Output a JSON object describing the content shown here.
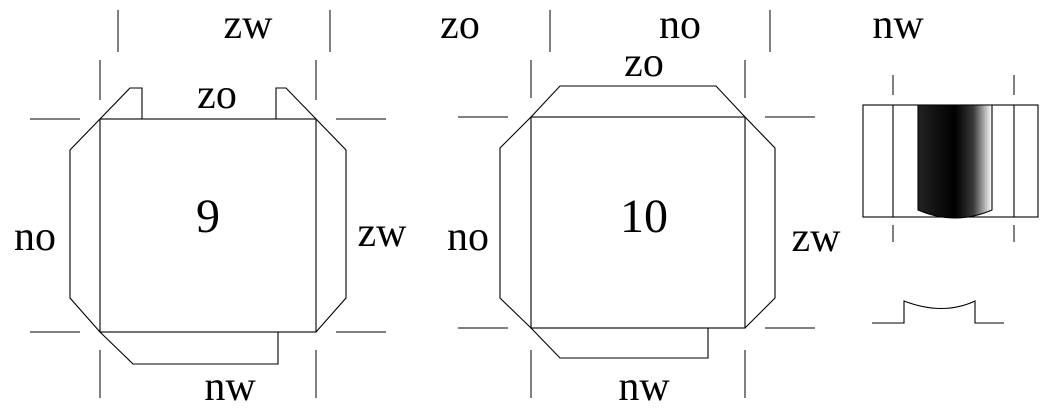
{
  "header": {
    "labels": [
      "zw",
      "zo",
      "no",
      "nw"
    ]
  },
  "piece_9": {
    "number": "9",
    "top": "zo",
    "left": "no",
    "right": "zw",
    "bottom": "nw"
  },
  "piece_10": {
    "number": "10",
    "top": "zo",
    "left": "no",
    "right": "zw",
    "bottom": "nw"
  },
  "colors": {
    "line": "#000000",
    "background": "#ffffff",
    "shade_dark": "#111111",
    "shade_light": "#ffffff"
  }
}
